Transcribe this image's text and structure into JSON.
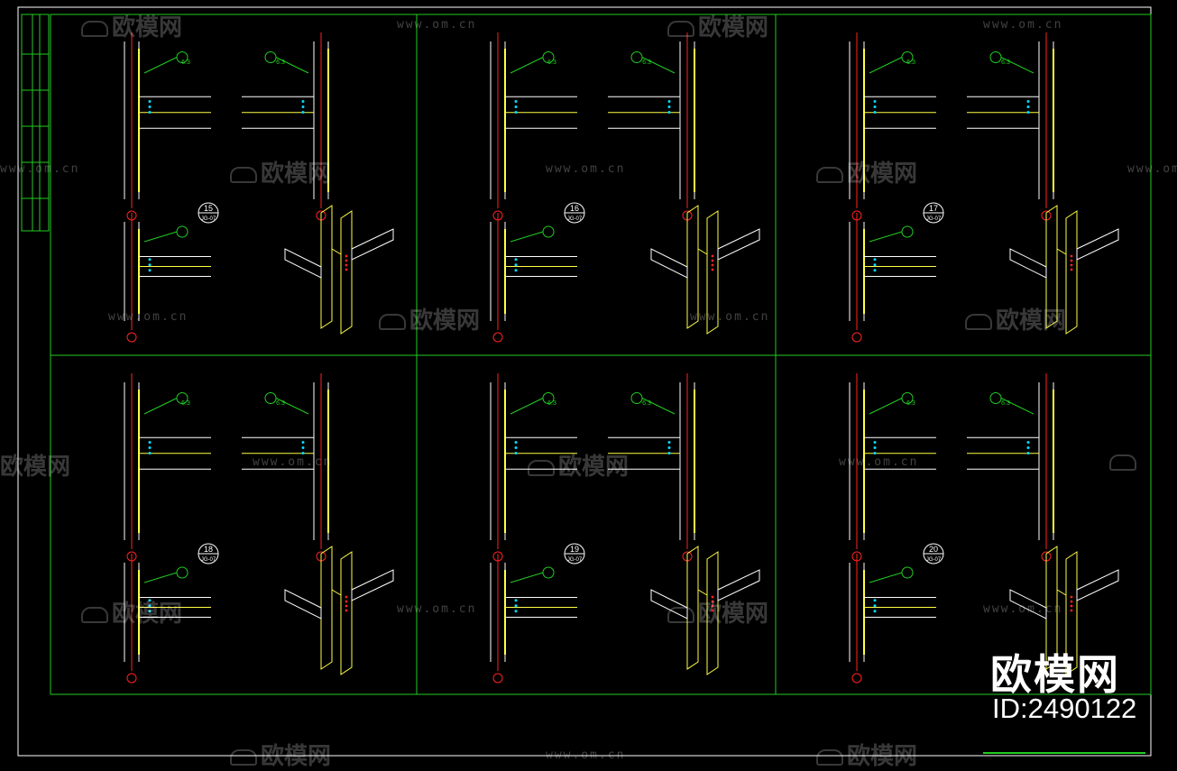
{
  "brand": {
    "name": "欧模网",
    "id": "ID:2490122"
  },
  "watermark": {
    "text": "欧模网",
    "url": "www.om.cn"
  },
  "details": [
    {
      "no": "15",
      "sheet": "JG-07"
    },
    {
      "no": "16",
      "sheet": "JG-07"
    },
    {
      "no": "17",
      "sheet": "JG-07"
    },
    {
      "no": "18",
      "sheet": "JG-07"
    },
    {
      "no": "19",
      "sheet": "JG-07"
    },
    {
      "no": "20",
      "sheet": "JG-07"
    }
  ],
  "weld_symbol": "6.3",
  "colors": {
    "frame": "#22cc22",
    "steel": "#ffff44",
    "bolt": "#00ddff",
    "axis": "#ff2222",
    "line": "#ffffff"
  }
}
